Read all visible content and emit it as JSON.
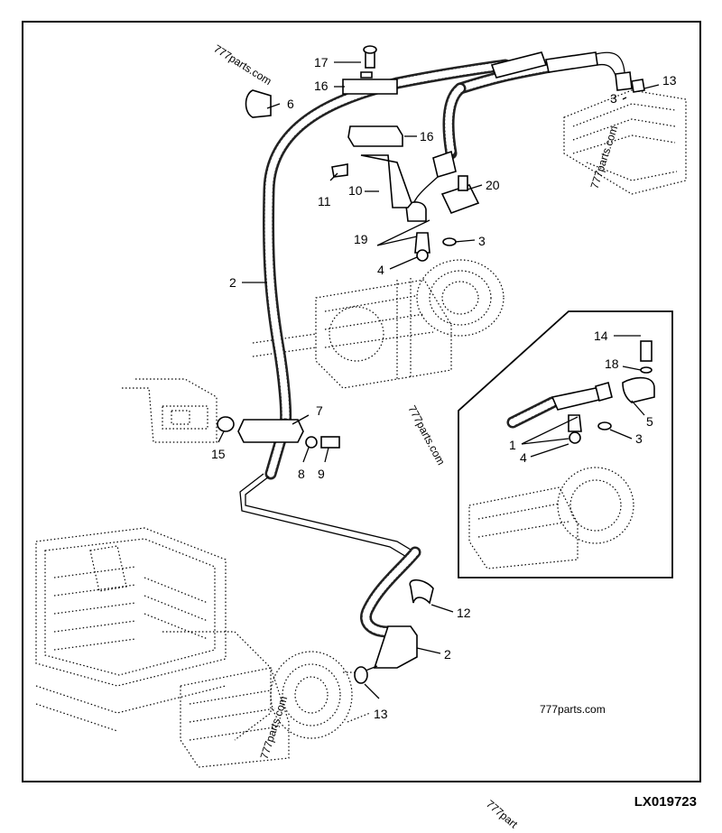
{
  "reference_code": "LX019723",
  "watermarks": {
    "main": "777parts.com",
    "top_left": "777parts.com",
    "right_upper": "777parts.com",
    "center_right": "777parts.com",
    "compressor": "777parts.com",
    "bottom": "777part"
  },
  "callouts": {
    "c17": "17",
    "c16a": "16",
    "c16b": "16",
    "c6": "6",
    "c11": "11",
    "c10": "10",
    "c20": "20",
    "c19": "19",
    "c3a": "3",
    "c3b": "3",
    "c3c": "3",
    "c13a": "13",
    "c4a": "4",
    "c2a": "2",
    "c7": "7",
    "c15": "15",
    "c8": "8",
    "c9": "9",
    "c14": "14",
    "c18": "18",
    "c5": "5",
    "c1": "1",
    "c4b": "4",
    "c12": "12",
    "c2b": "2",
    "c13b": "13"
  }
}
